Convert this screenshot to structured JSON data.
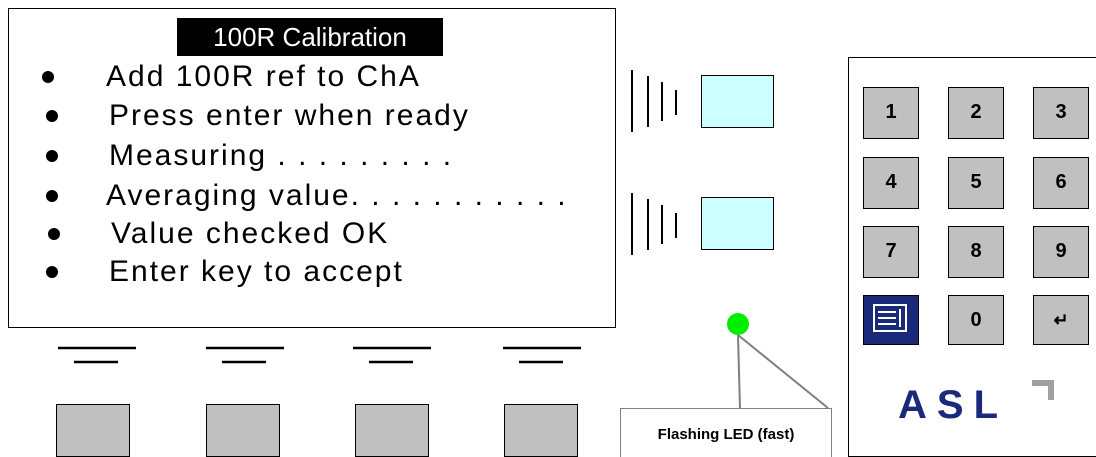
{
  "screen": {
    "title": "100R Calibration",
    "steps": [
      "Add 100R ref to ChA",
      "Press enter when ready",
      "Measuring . . . . . . . . .",
      "Averaging value. . . . . . . . . . .",
      "Value checked OK",
      "Enter key to accept"
    ]
  },
  "led": {
    "label": "Flashing LED (fast)",
    "color": "#00ee00"
  },
  "keypad": {
    "keys": [
      "1",
      "2",
      "3",
      "4",
      "5",
      "6",
      "7",
      "8",
      "9",
      "0"
    ],
    "enter_symbol": "↵",
    "menu_icon": "menu-icon"
  },
  "logo": {
    "letters": "ASL",
    "color": "#1a2a7a"
  },
  "colors": {
    "key_fill": "#c0c0c0",
    "led_box_fill": "#ccffff",
    "menu_key_fill": "#1a2a7a"
  }
}
